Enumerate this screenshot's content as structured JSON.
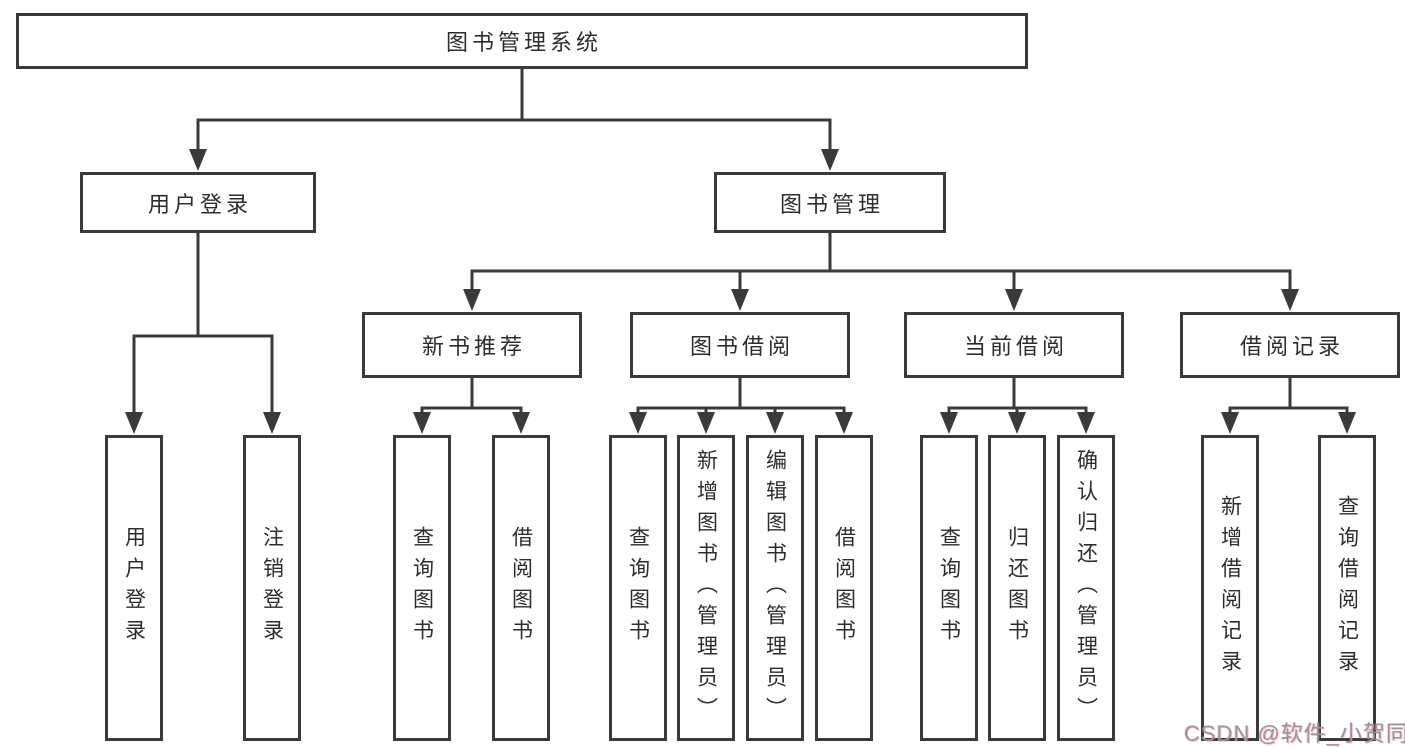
{
  "colors": {
    "line": "#3a3a3a",
    "box_border": "#3a3a3a",
    "box_fill": "#ffffff",
    "text": "#2d2d2d",
    "background": "#ffffff",
    "watermark": "#a39191"
  },
  "tree": {
    "label": "图书管理系统",
    "children": [
      {
        "label": "用户登录",
        "children": [
          {
            "label": "用户登录"
          },
          {
            "label": "注销登录"
          }
        ]
      },
      {
        "label": "图书管理",
        "children": [
          {
            "label": "新书推荐",
            "children": [
              {
                "label": "查询图书"
              },
              {
                "label": "借阅图书"
              }
            ]
          },
          {
            "label": "图书借阅",
            "children": [
              {
                "label": "查询图书"
              },
              {
                "label": "新增图书（管理员）"
              },
              {
                "label": "编辑图书（管理员）"
              },
              {
                "label": "借阅图书"
              }
            ]
          },
          {
            "label": "当前借阅",
            "children": [
              {
                "label": "查询图书"
              },
              {
                "label": "归还图书"
              },
              {
                "label": "确认归还（管理员）"
              }
            ]
          },
          {
            "label": "借阅记录",
            "children": [
              {
                "label": "新增借阅记录"
              },
              {
                "label": "查询借阅记录"
              }
            ]
          }
        ]
      }
    ]
  },
  "watermark": {
    "text": "CSDN @软件_小贺同学"
  }
}
